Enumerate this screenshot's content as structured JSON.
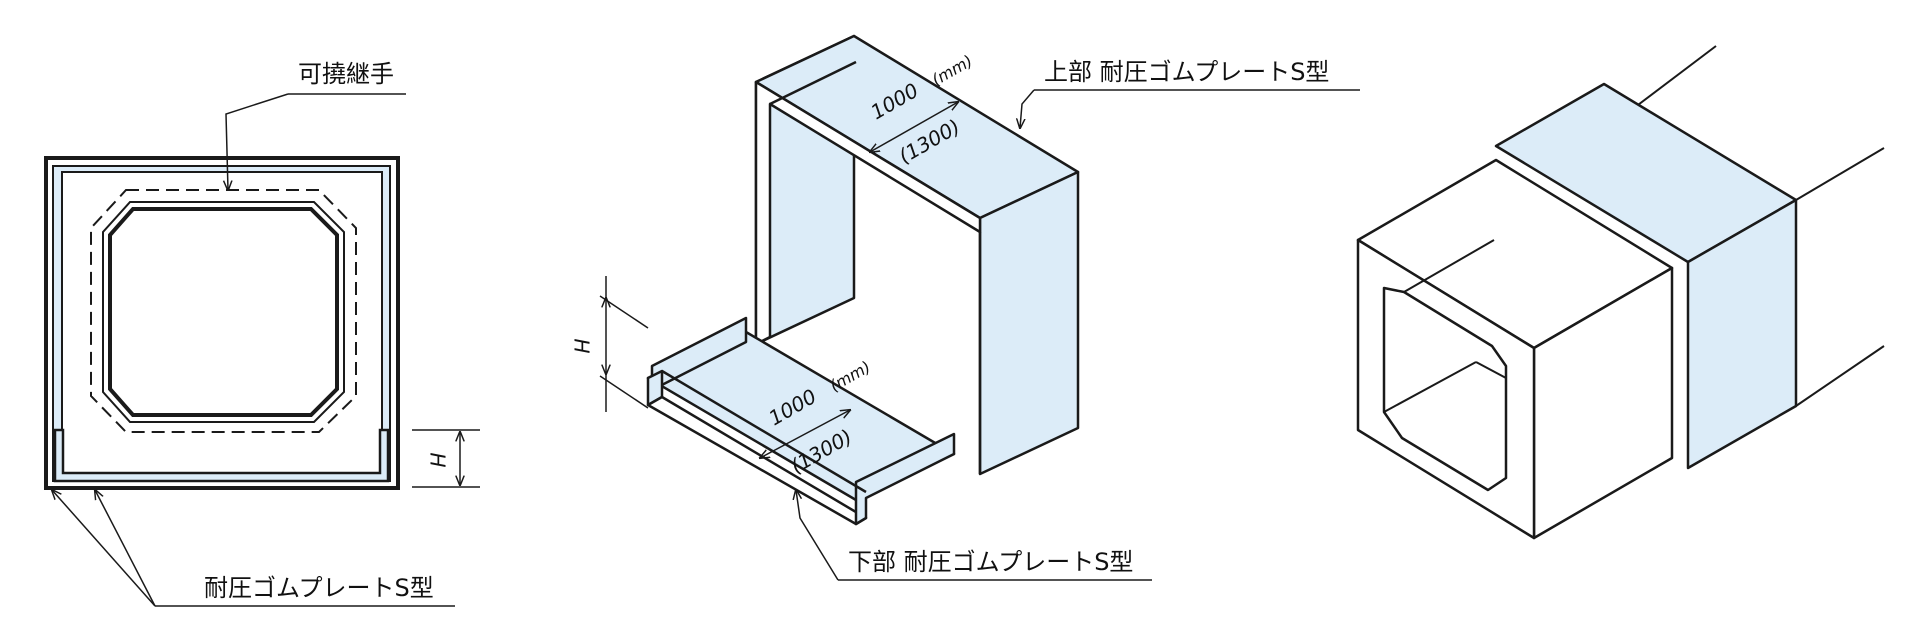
{
  "colors": {
    "plate_fill": "#dcecf8",
    "line": "#1a1a1a",
    "background": "#ffffff"
  },
  "section_view": {
    "joint_label": "可撓継手",
    "plate_label": "耐圧ゴムプレートS型",
    "height_label": "H"
  },
  "exploded_view": {
    "upper_label": "上部 耐圧ゴムプレートS型",
    "lower_label": "下部 耐圧ゴムプレートS型",
    "upper_length": "1000",
    "upper_length_alt": "(1300)",
    "upper_unit": "(mm)",
    "lower_length": "1000",
    "lower_length_alt": "(1300)",
    "lower_unit": "(mm)",
    "height_label": "H"
  }
}
